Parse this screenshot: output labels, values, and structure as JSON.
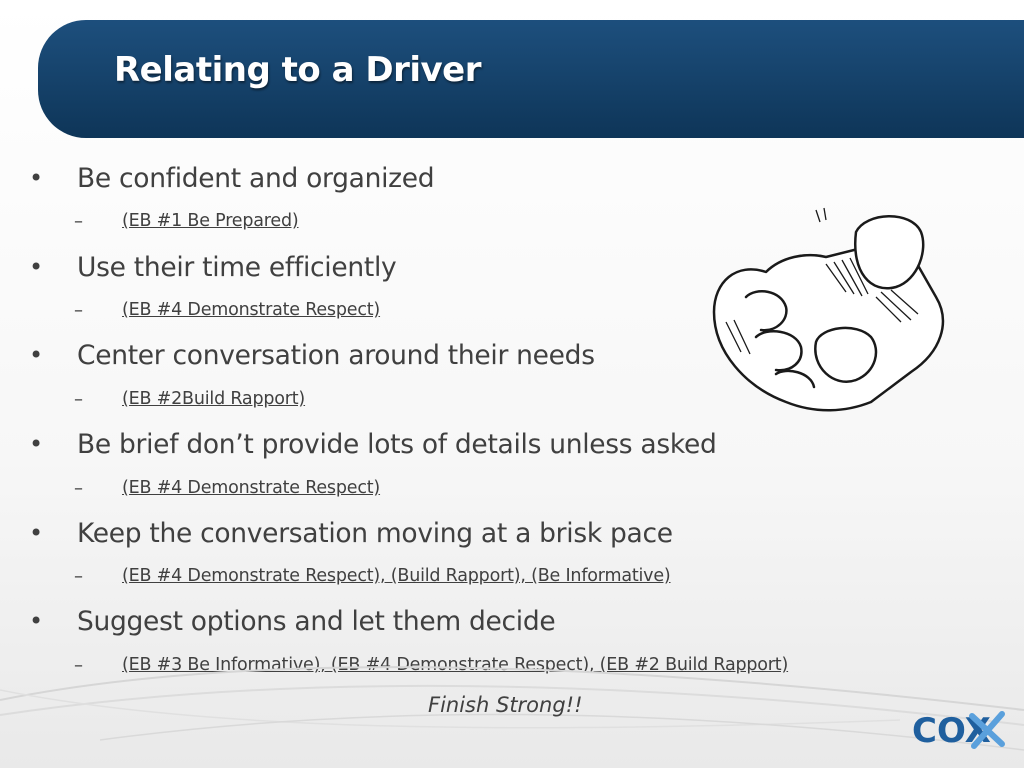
{
  "slide": {
    "title": "Relating to a Driver",
    "bullets": [
      {
        "marker": "•",
        "text": "Be confident and organized",
        "sub_marker": "–",
        "sub": "(EB #1 Be Prepared)"
      },
      {
        "marker": "•",
        "text": "Use their time efficiently",
        "sub_marker": "–",
        "sub": "(EB #4 Demonstrate Respect)"
      },
      {
        "marker": "•",
        "text": "Center conversation around their needs",
        "sub_marker": "–",
        "sub": "(EB #2Build Rapport)"
      },
      {
        "marker": "•",
        "text": "Be brief don’t provide lots of details unless asked",
        "sub_marker": "–",
        "sub": "(EB #4 Demonstrate Respect)"
      },
      {
        "marker": "•",
        "text": "Keep the conversation moving at a brisk pace",
        "sub_marker": "–",
        "sub": "(EB #4 Demonstrate Respect), (Build Rapport), (Be Informative)"
      },
      {
        "marker": "•",
        "text": "Suggest options and let them decide",
        "sub_marker": "–",
        "sub": "(EB #3 Be Informative), (EB #4 Demonstrate Respect), (EB #2 Build Rapport)"
      }
    ],
    "footer_text": "Finish Strong!!"
  },
  "logo": {
    "text": "COX",
    "colors": {
      "primary": "#1f5f9e",
      "x": "#5aa0dc"
    }
  },
  "colors": {
    "title_band": "#143e67",
    "title_text": "#ffffff",
    "body_text": "#404040"
  }
}
